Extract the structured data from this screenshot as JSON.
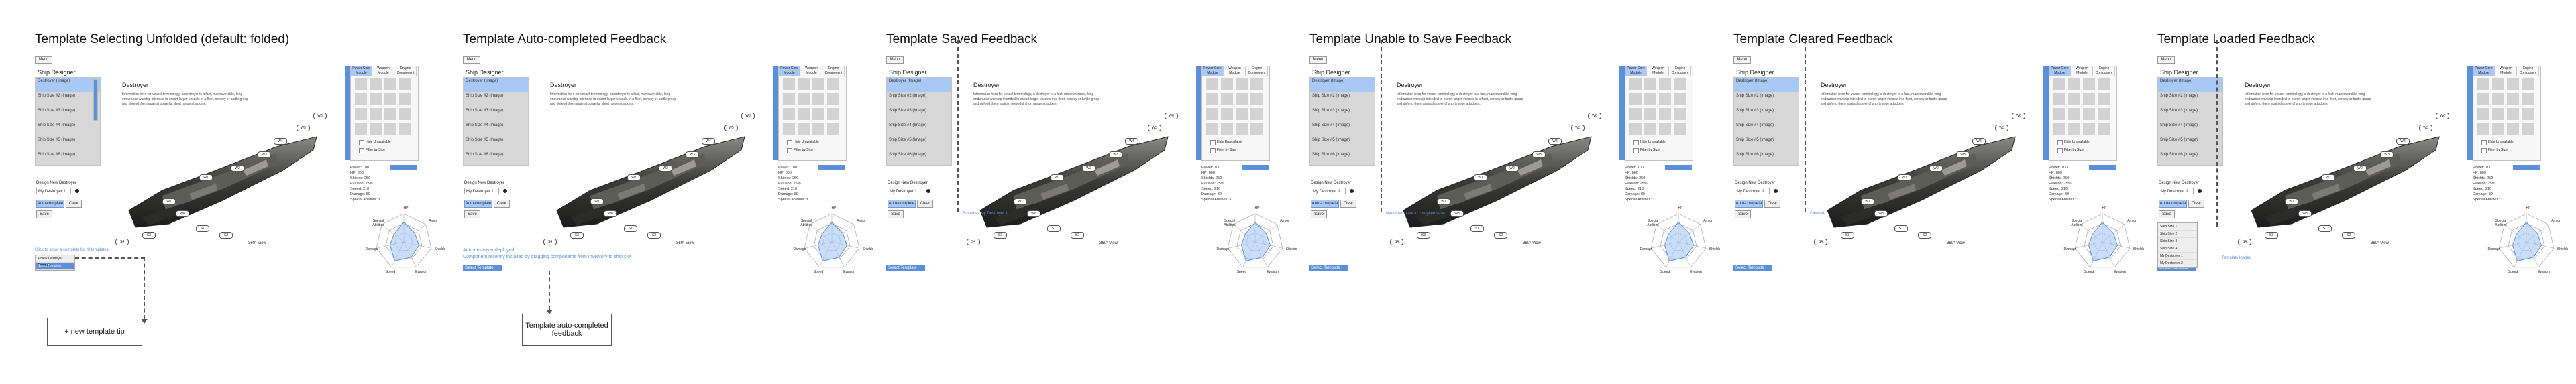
{
  "frames": [
    {
      "title": "Template Selecting Unfolded (default: folded)"
    },
    {
      "title": "Template Auto-completed Feedback"
    },
    {
      "title": "Template Saved Feedback"
    },
    {
      "title": "Template Unable to  Save Feedback"
    },
    {
      "title": "Template Cleared Feedback"
    },
    {
      "title": "Template Loaded Feedback"
    }
  ],
  "mock": {
    "menu_label": "Menu",
    "sidebar_title": "Ship Designer",
    "ship_items": [
      "Destroyer (Image)",
      "Ship Size #2 (Image)",
      "Ship Size #3 (Image)",
      "Ship Size #4 (Image)",
      "Ship Size #5 (Image)",
      "Ship Size #6 (Image)"
    ],
    "design_label": "Design New Destroyer",
    "design_value": "My Destroyer 1",
    "btn_auto": "Auto-complete",
    "btn_clear": "Clear",
    "btn_save": "Save",
    "detail_title": "Destroyer",
    "detail_desc": "Information here for vessel terminology, a destroyer is a fast, maneuverable, long-endurance warship intended to escort larger vessels in a fleet, convoy or battle group and defend them against powerful short range attackers.",
    "grid_tabs": [
      "Power Core Module",
      "Weapon Module",
      "Engine Component"
    ],
    "grid_opt_hide": "Hide Unavailable",
    "grid_opt_filter": "Filter by Size",
    "stats": [
      "Power: 100",
      "HP: 800",
      "Shields: 250",
      "Evasion: 25%",
      "Speed: 210",
      "Damage: 89",
      "Special Abilities: 3"
    ],
    "radar_labels": [
      "HP",
      "Armor",
      "Shields",
      "Evasion",
      "Speed",
      "Damage",
      "Special Abilities"
    ],
    "view_label": "360° View",
    "ship_tags": [
      "W1",
      "W2",
      "W3",
      "W4",
      "W5",
      "W6",
      "W7",
      "W8",
      "S1",
      "S2",
      "S3",
      "S4"
    ],
    "template_select_label": "Select Template"
  },
  "f0": {
    "hint": "Click to show a complete list of templates",
    "new_template": "+ New Destroyer Template",
    "callout": "+ new template tip"
  },
  "f1": {
    "status1": "Auto-destroyer deployed",
    "status2": "Component recently installed by dragging components from Inventory to ship slot",
    "callout": "Template auto-completed feedback"
  },
  "f2": {
    "side_note": "Saved as My Destroyer 1"
  },
  "f3": {
    "side_note": "Name template to complete save"
  },
  "f4": {
    "side_note": "Cleared"
  },
  "f5": {
    "side_note": "Template loaded",
    "dropdown": [
      "Ship Size 1",
      "Ship Size 2",
      "Ship Size 3",
      "Ship Size 4",
      "My Destroyer 1",
      "My Destroyer 2"
    ]
  },
  "colors": {
    "accent": "#5b8fd9",
    "selected": "#a9c8f5",
    "sidebar": "#d7d7d7"
  }
}
